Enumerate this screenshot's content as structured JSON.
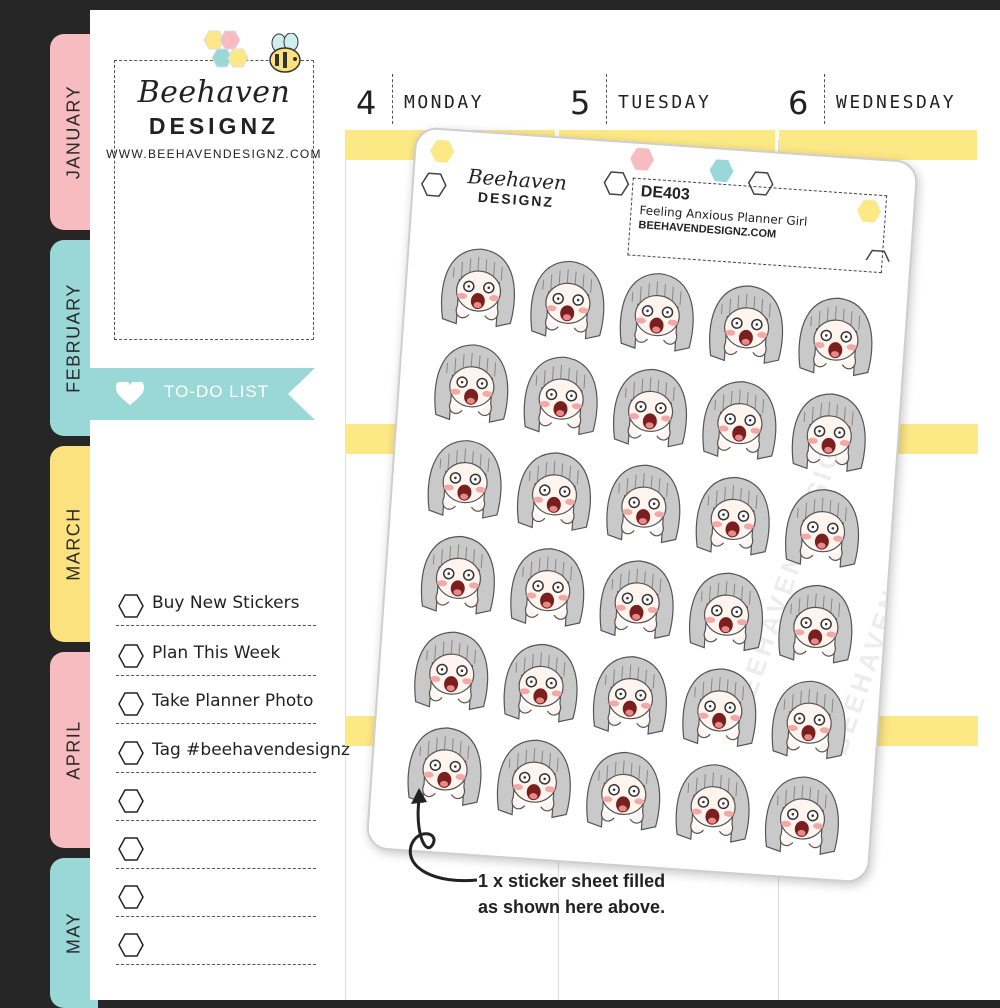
{
  "colors": {
    "frame": "#262626",
    "pink_tab": "#f7bcc0",
    "teal_tab": "#9ad8d8",
    "yellow_tab": "#fbe27e",
    "highlight_yellow": "#fde886",
    "hair": "#c9c9c9",
    "blush": "#f3a7a7",
    "mouth": "#7b1e1e"
  },
  "tabs": [
    {
      "label": "JANUARY",
      "color": "pink"
    },
    {
      "label": "FEBRUARY",
      "color": "teal"
    },
    {
      "label": "MARCH",
      "color": "yellow"
    },
    {
      "label": "APRIL",
      "color": "pink"
    },
    {
      "label": "MAY",
      "color": "teal"
    }
  ],
  "brand": {
    "line1": "Beehaven",
    "line2": "DESIGNZ",
    "url": "WWW.BEEHAVENDESIGNZ.COM"
  },
  "todo": {
    "title": "TO-DO LIST",
    "items": [
      "Buy New Stickers",
      "Plan This Week",
      "Take Planner Photo",
      "Tag #beehavendesignz",
      "",
      "",
      "",
      ""
    ]
  },
  "days": [
    {
      "num": "4",
      "name": "MONDAY"
    },
    {
      "num": "5",
      "name": "TUESDAY"
    },
    {
      "num": "6",
      "name": "WEDNESDAY"
    }
  ],
  "sheet": {
    "code": "DE403",
    "title": "Feeling Anxious Planner Girl",
    "url": "BEEHAVENDESIGNZ.COM",
    "brand_line1": "Beehaven",
    "brand_line2": "DESIGNZ",
    "watermark": "BEEHAVEN DESIGNZ",
    "sticker_count": 30
  },
  "callout": {
    "line1": "1 x sticker sheet filled",
    "line2": "as shown here above."
  }
}
